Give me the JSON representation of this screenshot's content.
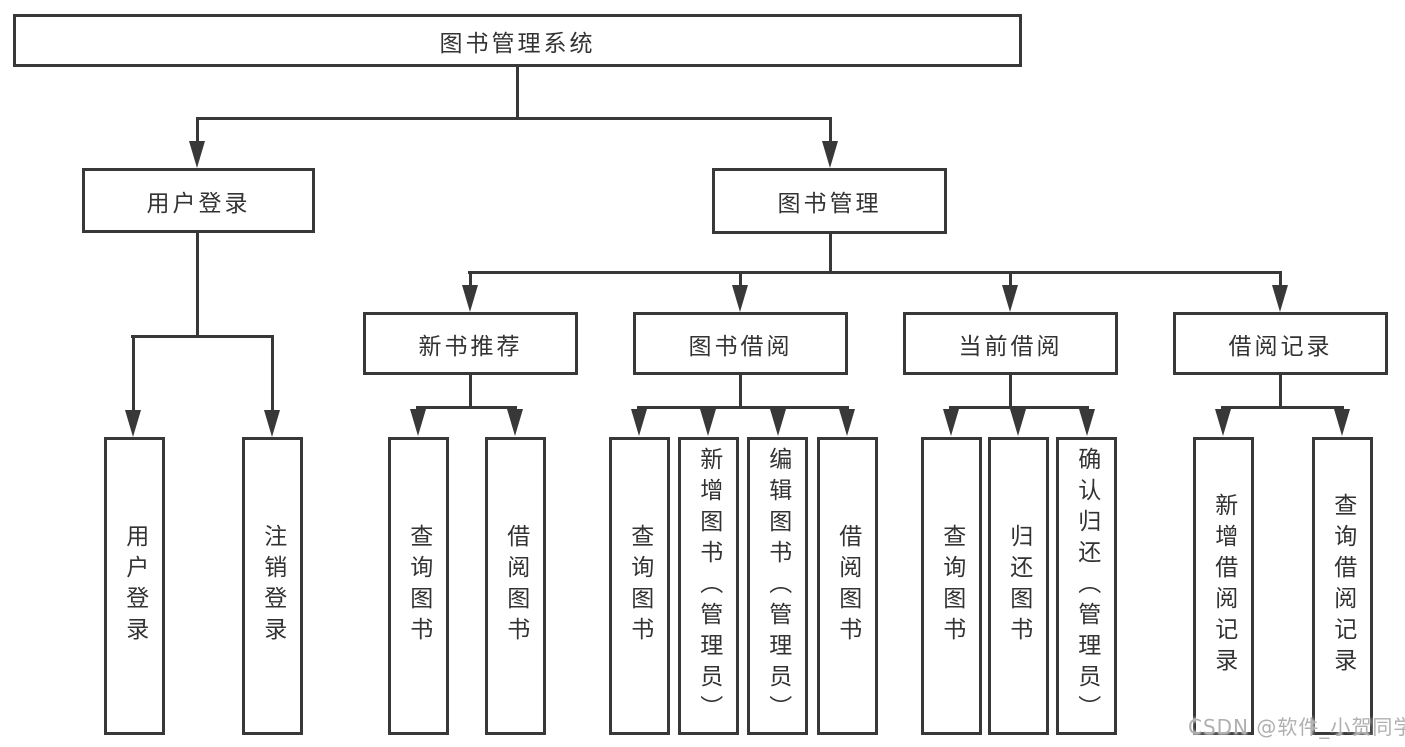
{
  "diagram": {
    "root": "图书管理系统",
    "level1": {
      "user_login": "用户登录",
      "book_management": "图书管理"
    },
    "level2": {
      "new_book_recommend": "新书推荐",
      "book_borrow": "图书借阅",
      "current_borrow": "当前借阅",
      "borrow_record": "借阅记录"
    },
    "leaves": {
      "user_login_login": "用户登录",
      "user_login_logout": "注销登录",
      "nbr_query_book": "查询图书",
      "nbr_borrow_book": "借阅图书",
      "bb_query_book": "查询图书",
      "bb_add_book": "新增图书（管理员）",
      "bb_edit_book": "编辑图书（管理员）",
      "bb_borrow_book": "借阅图书",
      "cb_query_book": "查询图书",
      "cb_return_book": "归还图书",
      "cb_confirm_return": "确认归还（管理员）",
      "br_add_record": "新增借阅记录",
      "br_query_record": "查询借阅记录"
    }
  },
  "watermark": "CSDN @软件_小贺同学",
  "colors": {
    "line": "#383838",
    "text": "#333333",
    "background": "#ffffff",
    "watermark": "#b0b0b0"
  }
}
